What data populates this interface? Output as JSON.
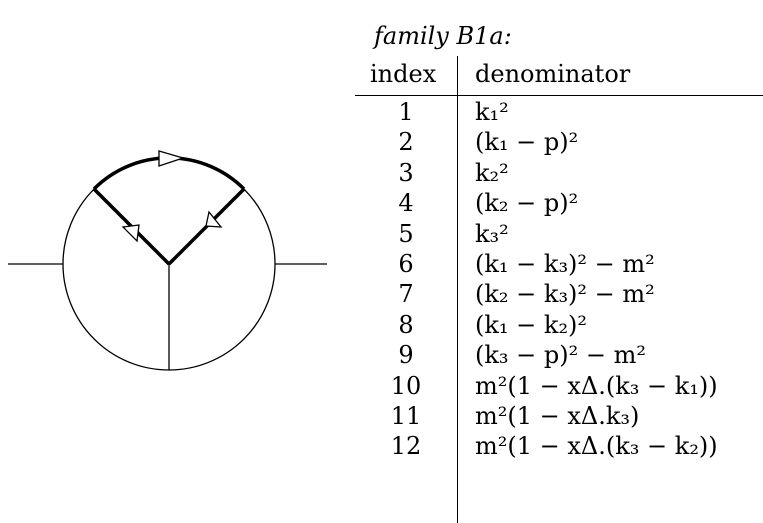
{
  "caption": "family B1a:",
  "table": {
    "headers": {
      "index": "index",
      "denominator": "denominator"
    },
    "rows": [
      {
        "index": "1",
        "denominator": "k₁²"
      },
      {
        "index": "2",
        "denominator": "(k₁ − p)²"
      },
      {
        "index": "3",
        "denominator": "k₂²"
      },
      {
        "index": "4",
        "denominator": "(k₂ − p)²"
      },
      {
        "index": "5",
        "denominator": "k₃²"
      },
      {
        "index": "6",
        "denominator": "(k₁ − k₃)² − m²"
      },
      {
        "index": "7",
        "denominator": "(k₂ − k₃)² − m²"
      },
      {
        "index": "8",
        "denominator": "(k₁ − k₂)²"
      },
      {
        "index": "9",
        "denominator": "(k₃ − p)² − m²"
      },
      {
        "index": "10",
        "denominator": "m²(1 − xΔ.(k₃ − k₁))"
      },
      {
        "index": "11",
        "denominator": "m²(1 − xΔ.k₃)"
      },
      {
        "index": "12",
        "denominator": "m²(1 − xΔ.(k₃ − k₂))"
      }
    ]
  },
  "colors": {
    "ink": "#000000",
    "background": "#ffffff"
  }
}
